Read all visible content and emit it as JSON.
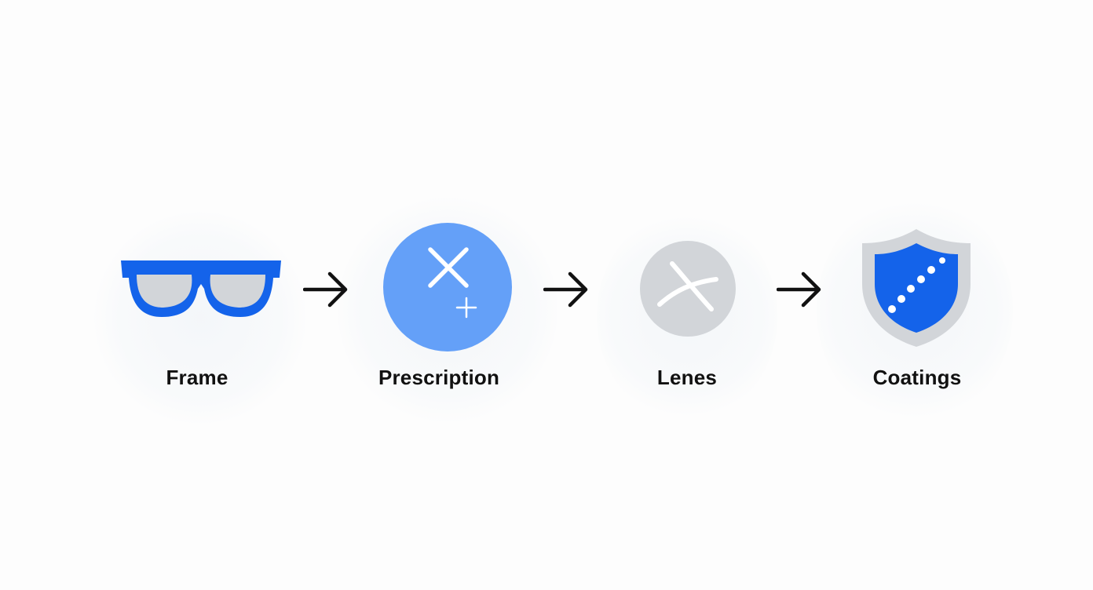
{
  "steps": [
    {
      "label": "Frame",
      "icon": "eyeglasses-icon"
    },
    {
      "label": "Prescription",
      "icon": "prescription-icon"
    },
    {
      "label": "Lenes",
      "icon": "lens-icon"
    },
    {
      "label": "Coatings",
      "icon": "shield-icon"
    }
  ],
  "connectors": [
    "arrow-right-icon",
    "arrow-right-icon",
    "arrow-right-icon"
  ],
  "colors": {
    "primary_blue": "#1463ea",
    "light_blue": "#64a0f8",
    "lens_gray": "#d2d5d9",
    "label_text": "#111111",
    "arrow": "#111111",
    "background": "#fdfdfd"
  }
}
